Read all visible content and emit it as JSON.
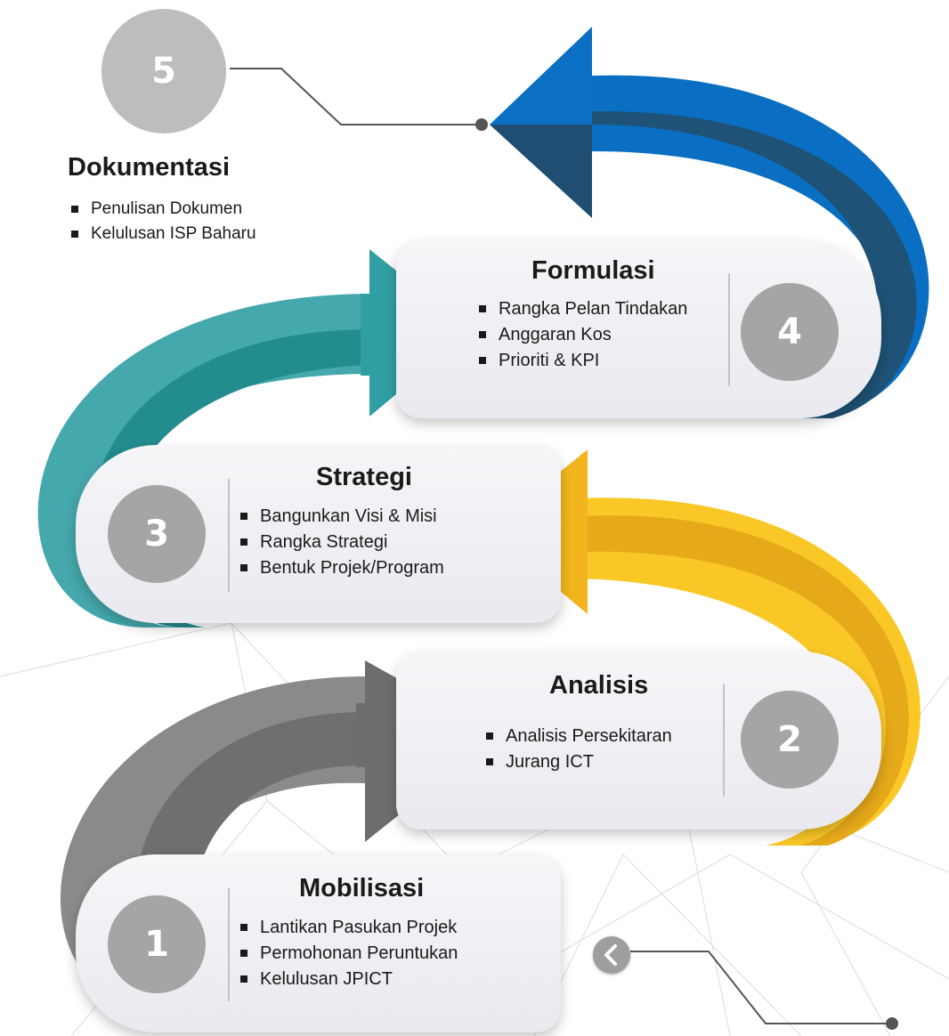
{
  "colors": {
    "arrow_blue": "#0a6fc2",
    "arrow_navy": "#1f4e72",
    "arrow_teal": "#2aa7a9",
    "arrow_yellow": "#f4b820",
    "arrow_gray": "#7a7a7a",
    "badge_gray": "#a5a5a5",
    "pill_bg": "#efeff3"
  },
  "stages": [
    {
      "number": "1",
      "title": "Mobilisasi",
      "items": [
        "Lantikan Pasukan Projek",
        "Permohonan Peruntukan",
        "Kelulusan JPICT"
      ]
    },
    {
      "number": "2",
      "title": "Analisis",
      "items": [
        "Analisis Persekitaran",
        "Jurang ICT"
      ]
    },
    {
      "number": "3",
      "title": "Strategi",
      "items": [
        "Bangunkan Visi & Misi",
        "Rangka Strategi",
        "Bentuk Projek/Program"
      ]
    },
    {
      "number": "4",
      "title": "Formulasi",
      "items": [
        "Rangka Pelan Tindakan",
        "Anggaran Kos",
        "Prioriti & KPI"
      ]
    },
    {
      "number": "5",
      "title": "Dokumentasi",
      "items": [
        "Penulisan Dokumen",
        "Kelulusan ISP Baharu"
      ]
    }
  ],
  "icons": {
    "back": "chevron-left-icon"
  }
}
